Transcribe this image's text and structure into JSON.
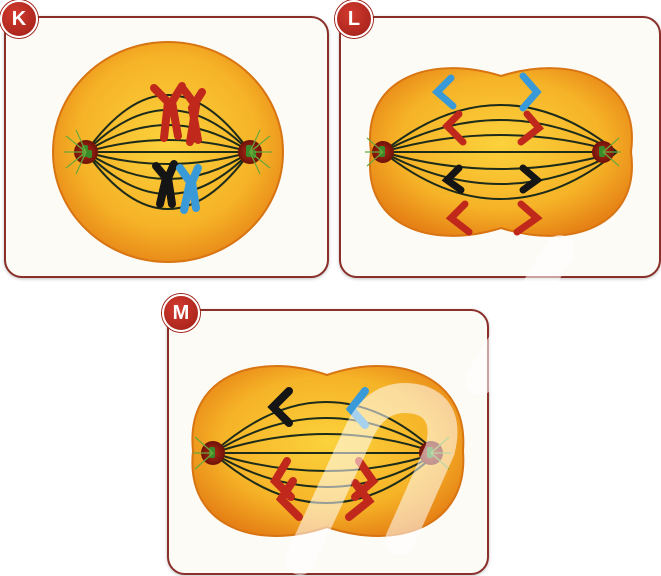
{
  "panels": [
    {
      "id": "K",
      "label": "K"
    },
    {
      "id": "L",
      "label": "L"
    },
    {
      "id": "M",
      "label": "M"
    }
  ],
  "colors": {
    "cell_fill": "#f7b62a",
    "cell_edge": "#e07c12",
    "spindle": "#1d2b1a",
    "centrosome": "#8e1a12",
    "centriole": "#3a8a2a",
    "chromosome_red": "#c0281c",
    "chromosome_black": "#151515",
    "chromosome_blue": "#3a9ad8",
    "badge": "#b3261d",
    "panel_border": "#8a2f2a"
  },
  "icons": {
    "K": "metaphase-cell-icon",
    "L": "anaphase-cell-icon",
    "M": "telophase-cell-icon"
  }
}
